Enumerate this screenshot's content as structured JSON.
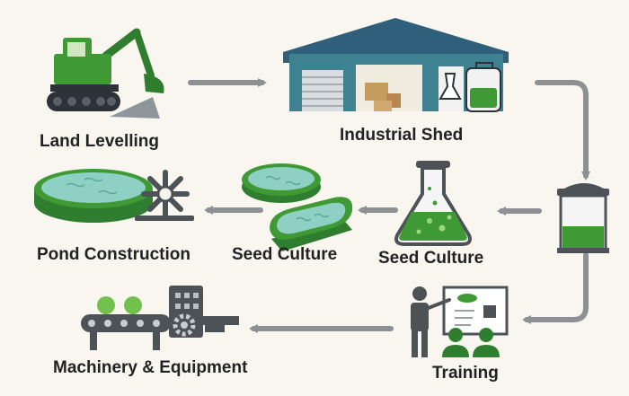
{
  "colors": {
    "background": "#f8f6ef",
    "green_dark": "#2f7d2f",
    "green": "#3f9a35",
    "green_light": "#72c14f",
    "water": "#8fd0c4",
    "shed_roof": "#2f5f7a",
    "shed_wall": "#3e8190",
    "gray_dark": "#4d5257",
    "gray": "#7b8086",
    "arrow": "#8e9194"
  },
  "icons": [
    "excavator-icon",
    "industrial-shed-icon",
    "tank-icon",
    "flask-icon",
    "trainer-icon",
    "pond-icon",
    "seed-pond-icon",
    "machinery-icon"
  ],
  "steps": {
    "land_levelling": "Land Levelling",
    "industrial_shed": "Industrial Shed",
    "seed_culture_flask": "Seed Culture",
    "seed_culture_pond": "Seed Culture",
    "pond_construction": "Pond Construction",
    "training": "Training",
    "machinery": "Machinery & Equipment"
  }
}
